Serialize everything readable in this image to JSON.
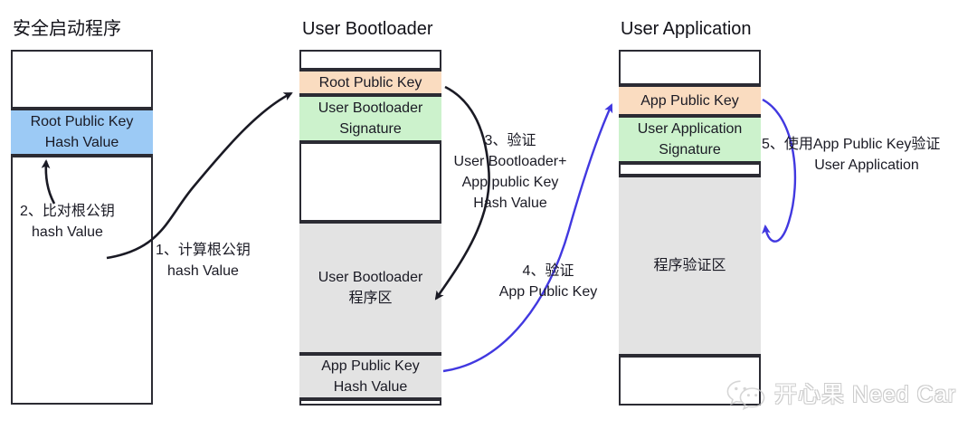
{
  "diagram": {
    "title_hidden": "",
    "columns": [
      {
        "id": "secure-boot",
        "title": "安全启动程序",
        "bands": [
          {
            "id": "sb-top-blank",
            "label": "",
            "label2": "",
            "color": "#ffffff"
          },
          {
            "id": "sb-root-hash",
            "label": "Root Public Key",
            "label2": "Hash Value",
            "color": "#9ccaf5"
          },
          {
            "id": "sb-bottom-blank",
            "label": "",
            "label2": "",
            "color": "#ffffff"
          }
        ]
      },
      {
        "id": "user-bootloader",
        "title": "User Bootloader",
        "bands": [
          {
            "id": "ub-top-blank",
            "label": "",
            "label2": "",
            "color": "#ffffff"
          },
          {
            "id": "ub-root-public-key",
            "label": "Root Public Key",
            "label2": "",
            "color": "#fadcc0"
          },
          {
            "id": "ub-signature",
            "label": "User Bootloader",
            "label2": "Signature",
            "color": "#ccf2cc"
          },
          {
            "id": "ub-mid-blank",
            "label": "",
            "label2": "",
            "color": "#ffffff"
          },
          {
            "id": "ub-program-area",
            "label": "User Bootloader",
            "label2": "程序区",
            "color": "#e3e3e3"
          },
          {
            "id": "ub-app-key-hash",
            "label": "App Public Key",
            "label2": "Hash Value",
            "color": "#e3e3e3"
          },
          {
            "id": "ub-bottom-blank",
            "label": "",
            "label2": "",
            "color": "#ffffff"
          }
        ]
      },
      {
        "id": "user-application",
        "title": "User Application",
        "bands": [
          {
            "id": "ua-top-blank",
            "label": "",
            "label2": "",
            "color": "#ffffff"
          },
          {
            "id": "ua-app-public-key",
            "label": "App Public Key",
            "label2": "",
            "color": "#fadcc0"
          },
          {
            "id": "ua-signature",
            "label": "User Application",
            "label2": "Signature",
            "color": "#ccf2cc"
          },
          {
            "id": "ua-mid-blank",
            "label": "",
            "label2": "",
            "color": "#ffffff"
          },
          {
            "id": "ua-verify-area",
            "label": "程序验证区",
            "label2": "",
            "color": "#e3e3e3"
          },
          {
            "id": "ua-bottom-blank",
            "label": "",
            "label2": "",
            "color": "#ffffff"
          }
        ]
      }
    ],
    "steps": [
      {
        "id": "step-1",
        "lines": [
          "1、计算根公钥",
          "hash Value"
        ],
        "color": "#1a1a24"
      },
      {
        "id": "step-2",
        "lines": [
          "2、比对根公钥",
          "hash Value"
        ],
        "color": "#1a1a24"
      },
      {
        "id": "step-3",
        "lines": [
          "3、验证",
          "User Bootloader+",
          "App public Key",
          "Hash Value"
        ],
        "color": "#1a1a24"
      },
      {
        "id": "step-4",
        "lines": [
          "4、验证",
          "App Public Key"
        ],
        "color": "#1a1a24"
      },
      {
        "id": "step-5",
        "lines": [
          "5、使用App Public Key验证",
          "User Application"
        ],
        "color": "#1a1a24"
      }
    ],
    "arrow_colors": {
      "black": "#1a1a24",
      "blue": "#4138e0"
    },
    "watermark": {
      "icon": "wechat-icon",
      "text": "开心果 Need Car"
    }
  }
}
